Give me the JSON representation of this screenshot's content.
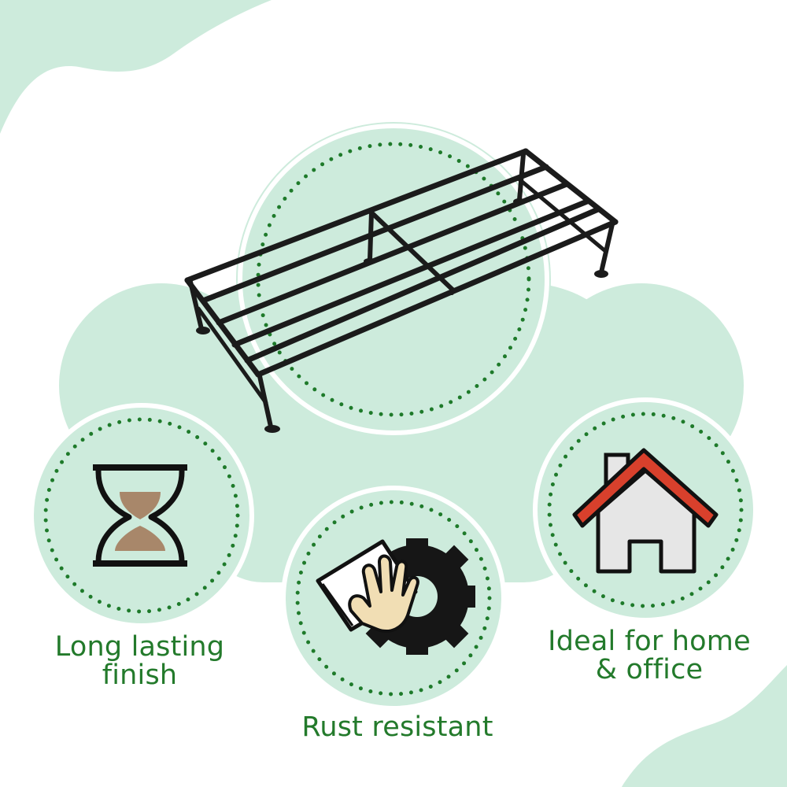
{
  "features": {
    "finish": {
      "line1": "Long lasting",
      "line2": "finish"
    },
    "rust": {
      "label": "Rust resistant"
    },
    "home": {
      "line1": "Ideal for home",
      "line2": "& office"
    }
  },
  "icons": {
    "top": "metal-plant-stand-rack",
    "finish": "hourglass-icon",
    "rust": "cleaning-gear-icon",
    "home": "house-icon"
  },
  "colors": {
    "mint": "#cdebdc",
    "dots": "#1e7a2a",
    "label_green": "#237a2b",
    "roof_red": "#d8402c",
    "sand": "#a8876a"
  }
}
